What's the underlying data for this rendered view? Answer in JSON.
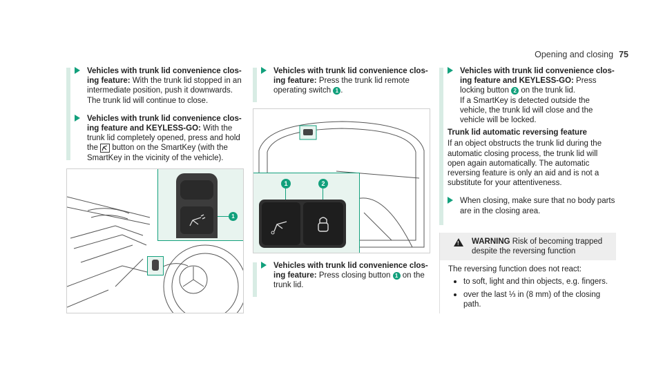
{
  "header": {
    "title": "Opening and closing",
    "page": "75"
  },
  "col1": {
    "item1": {
      "bold": "Vehicles with trunk lid convenience clos­ing feature:",
      "text": " With the trunk lid stopped in an intermediate position, push it downwards. The trunk lid will continue to close."
    },
    "item2": {
      "bold": "Vehicles with trunk lid convenience clos­ing feature and KEYLESS-GO:",
      "text_a": " With the trunk lid completely opened, press and hold the ",
      "text_b": " button on the SmartKey (with the SmartKey in the vicinity of the vehicle)."
    },
    "callout": "1"
  },
  "col2": {
    "item1": {
      "bold": "Vehicles with trunk lid convenience clos­ing feature:",
      "text_a": " Press the trunk lid remote oper­ating switch ",
      "num": "1",
      "text_b": "."
    },
    "item2": {
      "bold": "Vehicles with trunk lid convenience clos­ing feature:",
      "text_a": " Press closing button ",
      "num": "1",
      "text_b": " on the trunk lid."
    },
    "callouts": [
      "1",
      "2"
    ]
  },
  "col3": {
    "item1": {
      "bold": "Vehicles with trunk lid convenience clos­ing feature and KEYLESS-GO:",
      "text_a": " Press locking button ",
      "num": "2",
      "text_b": " on the trunk lid.",
      "text_c": "If a SmartKey is detected outside the vehicle, the trunk lid will close and the vehicle will be locked."
    },
    "subheading": "Trunk lid automatic reversing feature",
    "para": "If an object obstructs the trunk lid during the automatic closing process, the trunk lid will open again automatically. The automatic revers­ing feature is only an aid and is not a substitute for your attentiveness.",
    "item2": {
      "text": "When closing, make sure that no body parts are in the closing area."
    },
    "warning": {
      "label": "WARNING",
      "title": " Risk of becoming trapped despite the reversing function",
      "intro": "The reversing function does not react:",
      "bullets": [
        "to soft, light and thin objects, e.g. fingers.",
        "over the last ⅓ in (8 mm) of the closing path."
      ]
    }
  },
  "colors": {
    "accent": "#12a07c",
    "accent_light": "#d8ece4",
    "figure_bg": "#e8f4ef"
  }
}
